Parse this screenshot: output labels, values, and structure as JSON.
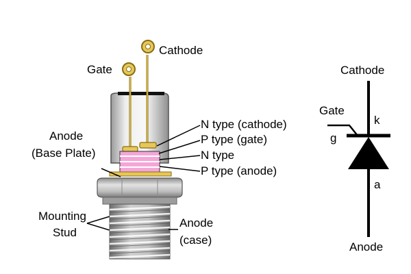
{
  "device": {
    "gate_terminal_label": "Gate",
    "cathode_terminal_label": "Cathode",
    "anode_base_label_line1": "Anode",
    "anode_base_label_line2": "(Base Plate)",
    "layers": [
      "N type (cathode)",
      "P type (gate)",
      "N type",
      "P type (anode)"
    ],
    "stud_label_line1": "Mounting",
    "stud_label_line2": "Stud",
    "case_label_line1": "Anode",
    "case_label_line2": "(case)"
  },
  "symbol": {
    "cathode_label": "Cathode",
    "gate_label": "Gate",
    "g_label": "g",
    "k_label": "k",
    "a_label": "a",
    "anode_label": "Anode"
  },
  "colors": {
    "gold": "#e6c85a",
    "gold_dark": "#8a6d12",
    "pink_layer": "#f4a6d8",
    "silver": "#c4c4c4",
    "stud": "#a9a9a9",
    "line": "#000000"
  }
}
